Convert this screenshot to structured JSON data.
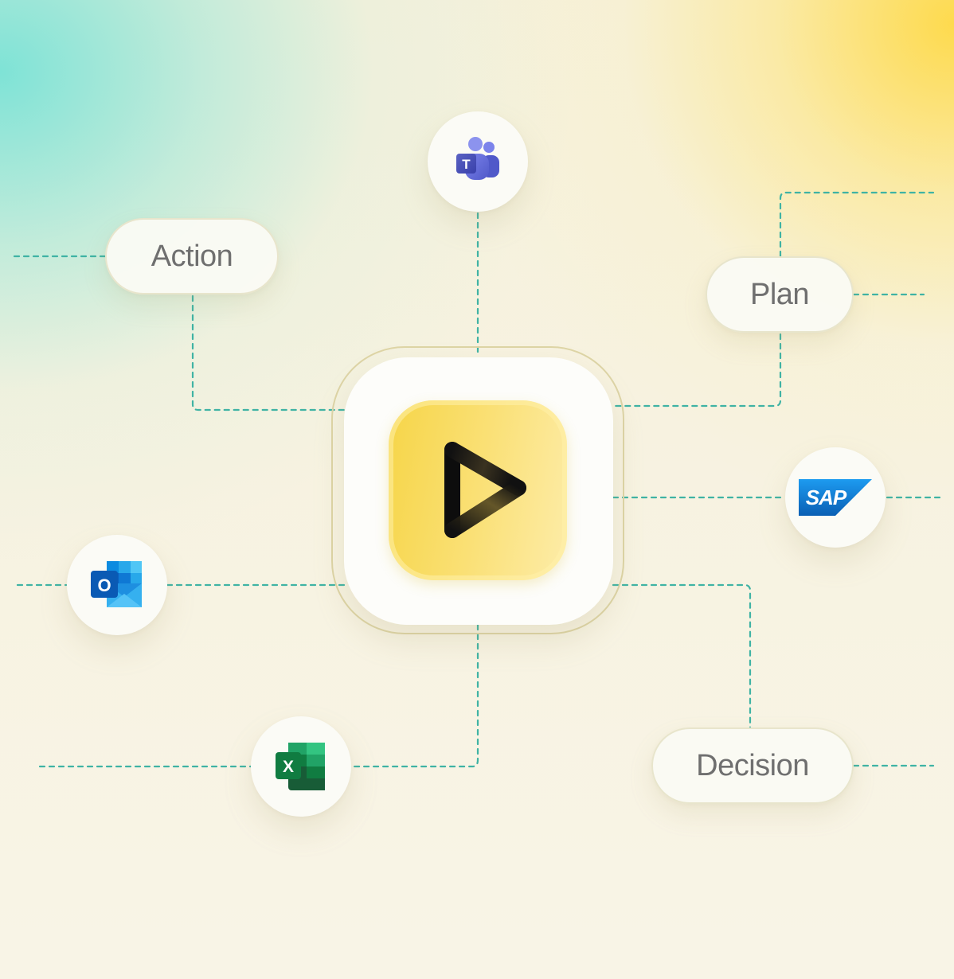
{
  "nodes": {
    "action": "Action",
    "plan": "Plan",
    "decision": "Decision"
  },
  "icons": {
    "hub": "play-logo-icon",
    "teams": "microsoft-teams-icon",
    "sap": "sap-logo-icon",
    "outlook": "microsoft-outlook-icon",
    "excel": "microsoft-excel-icon",
    "teams_letter": "T",
    "sap_label": "SAP",
    "outlook_letter": "O",
    "excel_letter": "X"
  },
  "colors": {
    "connector": "#3fb3a4",
    "hub_yellow": "#f6d548",
    "teal_glow": "#78e2d6",
    "yellow_glow": "#fed946"
  }
}
